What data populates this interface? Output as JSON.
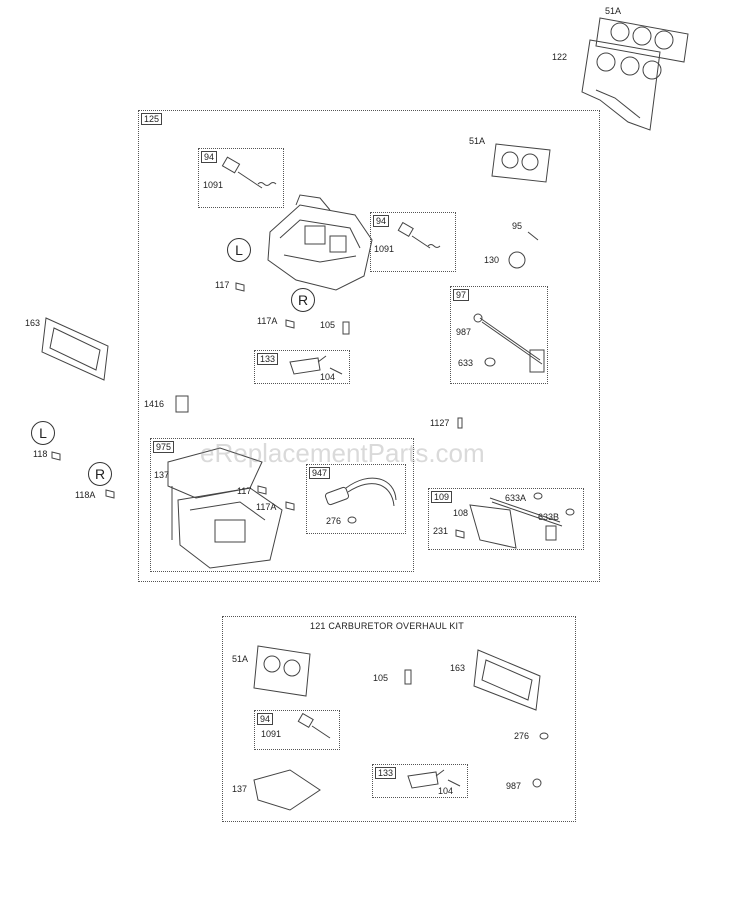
{
  "watermark": "eReplacementParts.com",
  "kit_title": "121 CARBURETOR OVERHAUL KIT",
  "labels": {
    "p51a_top": "51A",
    "p122": "122",
    "p125": "125",
    "p51a_mid": "51A",
    "p94_a": "94",
    "p1091_a": "1091",
    "p94_b": "94",
    "p1091_b": "1091",
    "p95": "95",
    "p130": "130",
    "p97": "97",
    "p987_a": "987",
    "p633": "633",
    "p117_a": "117",
    "p117a_a": "117A",
    "p105_a": "105",
    "p133_a": "133",
    "p104_a": "104",
    "p163_a": "163",
    "p1416": "1416",
    "p1127": "1127",
    "p118": "118",
    "p118a": "118A",
    "p975": "975",
    "p137_a": "137",
    "p117_b": "117",
    "p117a_b": "117A",
    "p947": "947",
    "p276_a": "276",
    "p109": "109",
    "p108": "108",
    "p633a": "633A",
    "p633b": "633B",
    "p231": "231",
    "p51a_kit": "51A",
    "p105_kit": "105",
    "p163_kit": "163",
    "p94_kit": "94",
    "p1091_kit": "1091",
    "p276_kit": "276",
    "p137_kit": "137",
    "p133_kit": "133",
    "p104_kit": "104",
    "p987_kit": "987"
  },
  "markers": {
    "left_main": "L",
    "right_main": "R",
    "left_side": "L",
    "right_side": "R"
  }
}
